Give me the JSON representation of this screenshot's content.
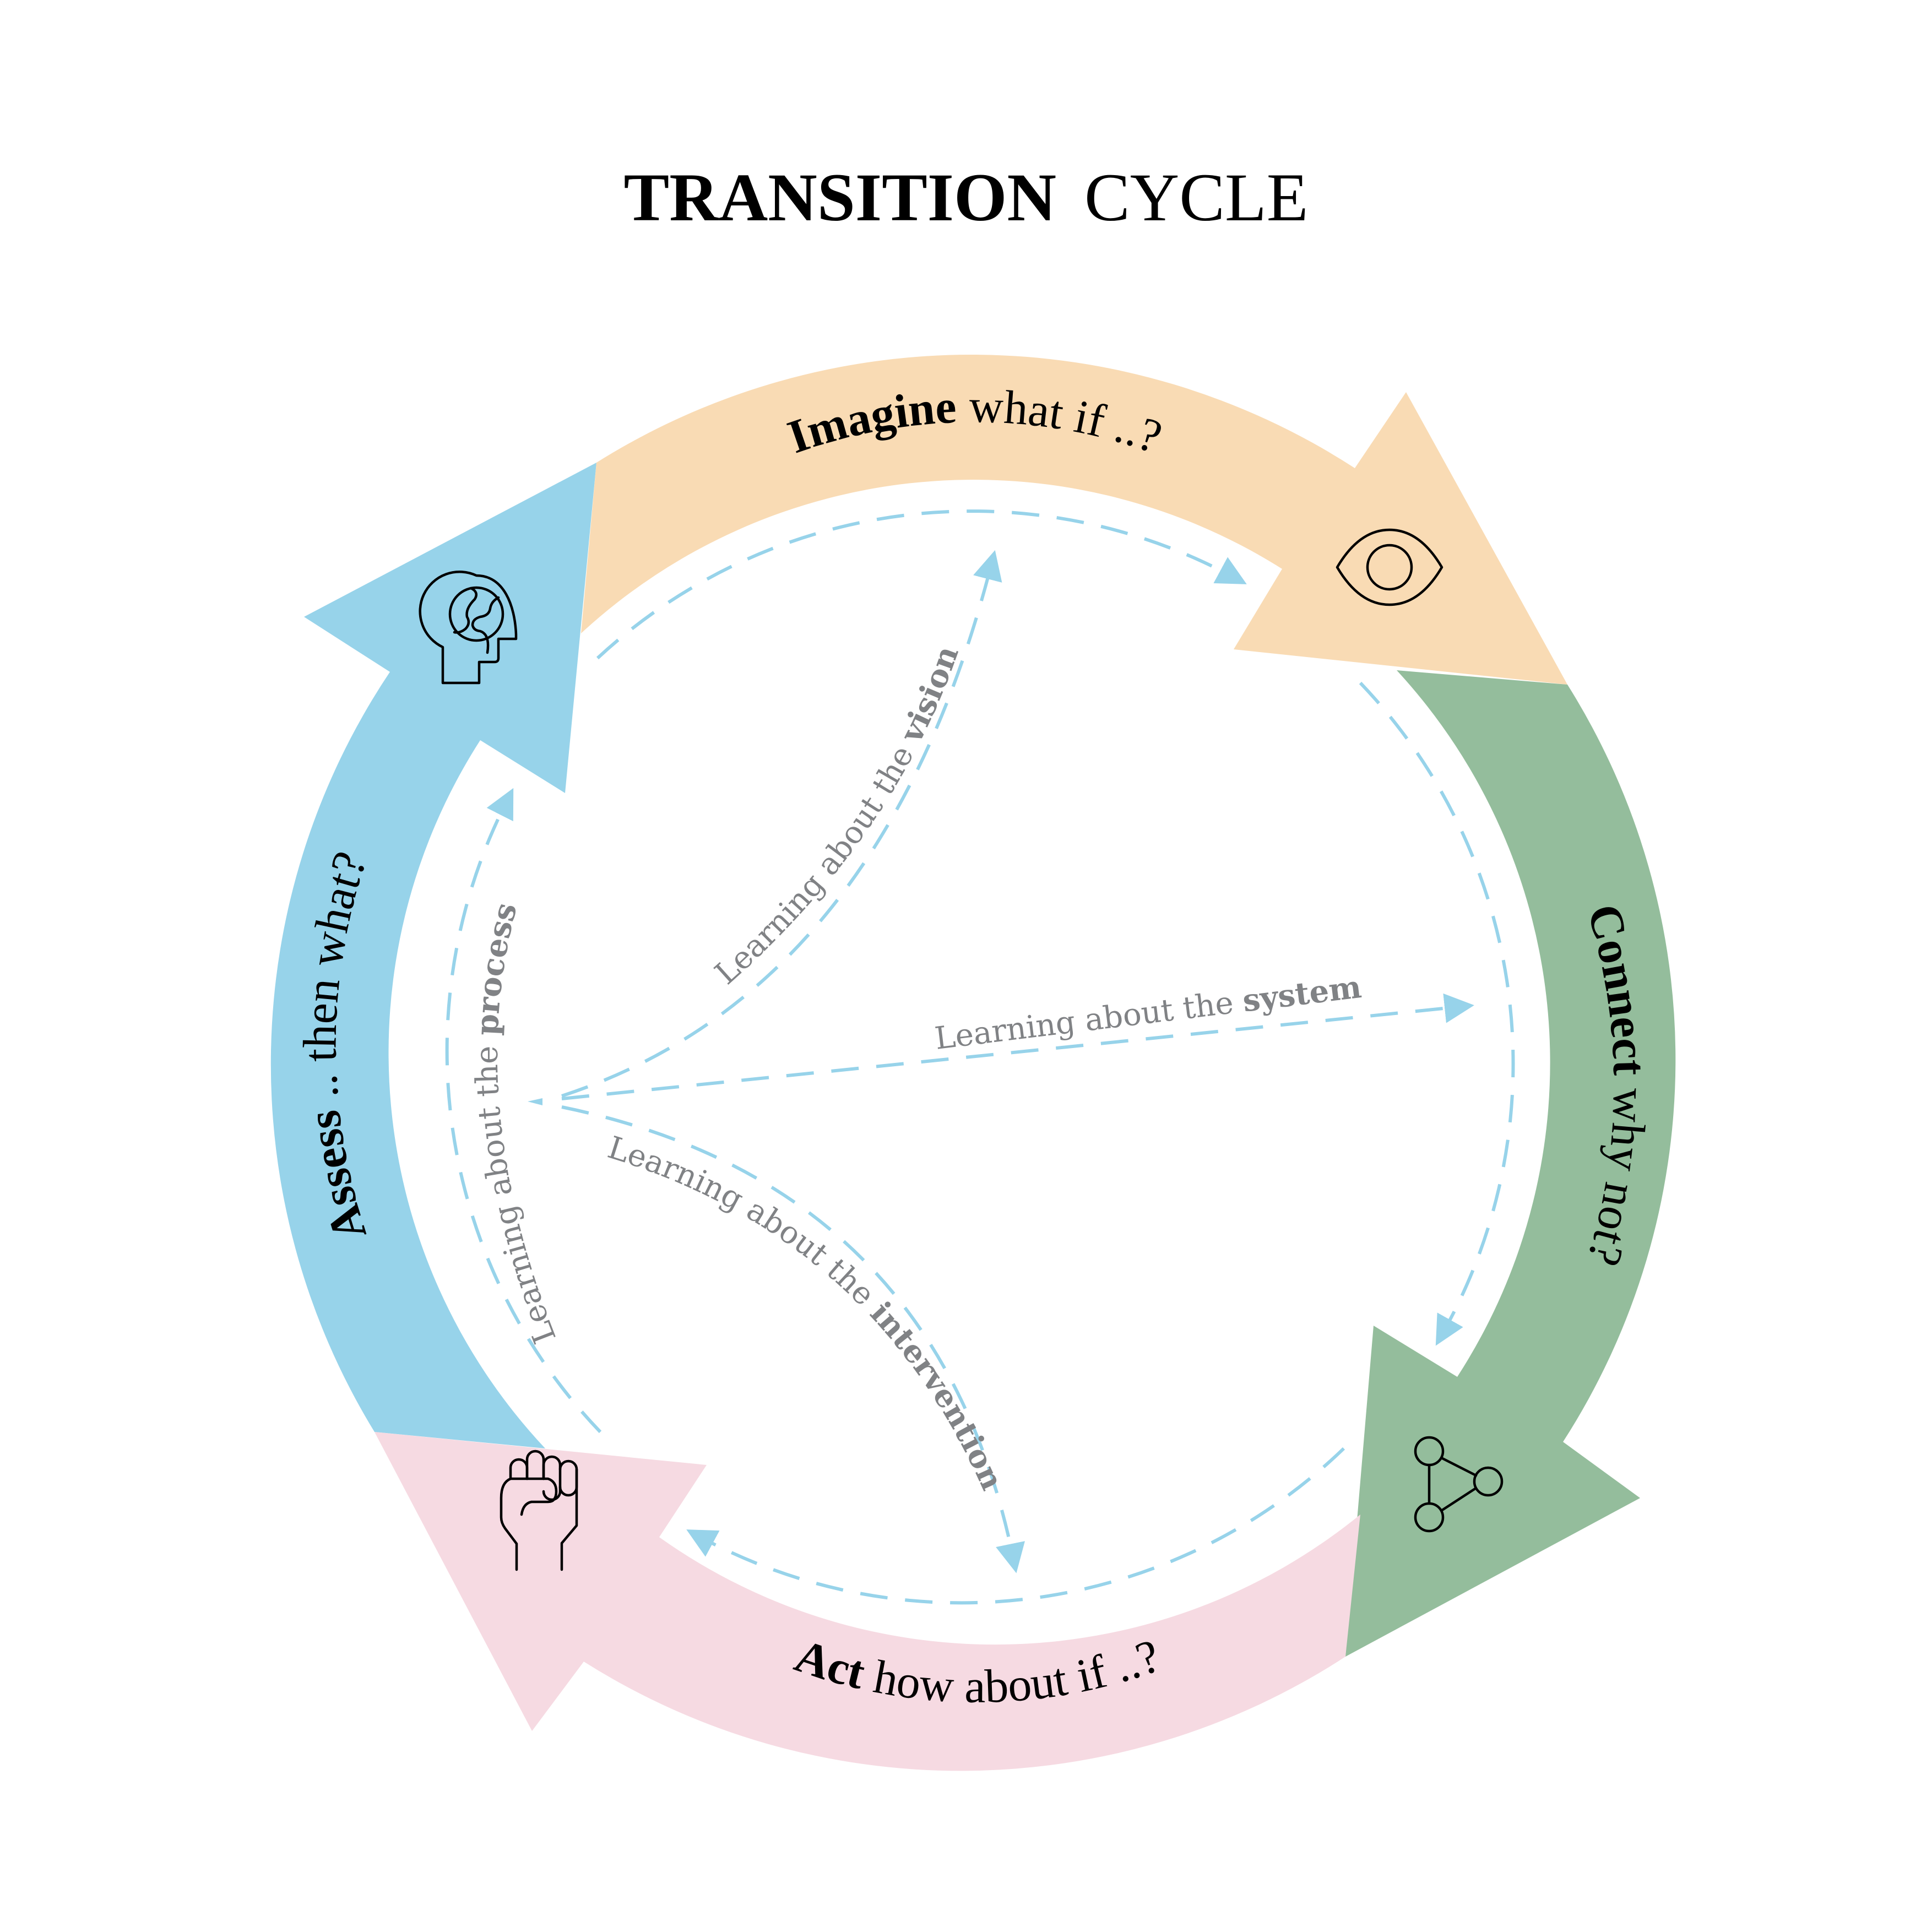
{
  "title": {
    "bold": "TRANSITION",
    "regular": "CYCLE"
  },
  "colors": {
    "imagine": "#f9dbb4",
    "connect": "#94bd9c",
    "act": "#f6dae2",
    "assess": "#97d3ea",
    "learning_arrow": "#97d3ea",
    "learning_text": "#808285"
  },
  "stages": [
    {
      "id": "imagine",
      "bold": "Imagine",
      "rest": " what if ..?",
      "icon": "eye-icon"
    },
    {
      "id": "connect",
      "bold": "Connect",
      "rest": " why not?",
      "icon": "network-icon"
    },
    {
      "id": "act",
      "bold": "Act",
      "rest": " how about if ..?",
      "icon": "fist-icon"
    },
    {
      "id": "assess",
      "bold": "Assess",
      "rest": " .. then what?",
      "icon": "head-globe-icon"
    }
  ],
  "learning": [
    {
      "id": "vision",
      "prefix": "Learning about the ",
      "bold": "vision"
    },
    {
      "id": "system",
      "prefix": "Learning about the  ",
      "bold": "system"
    },
    {
      "id": "intervention",
      "prefix": "Learning about the ",
      "bold": "intervention"
    },
    {
      "id": "process",
      "prefix": "Learning about the ",
      "bold": "process"
    }
  ]
}
